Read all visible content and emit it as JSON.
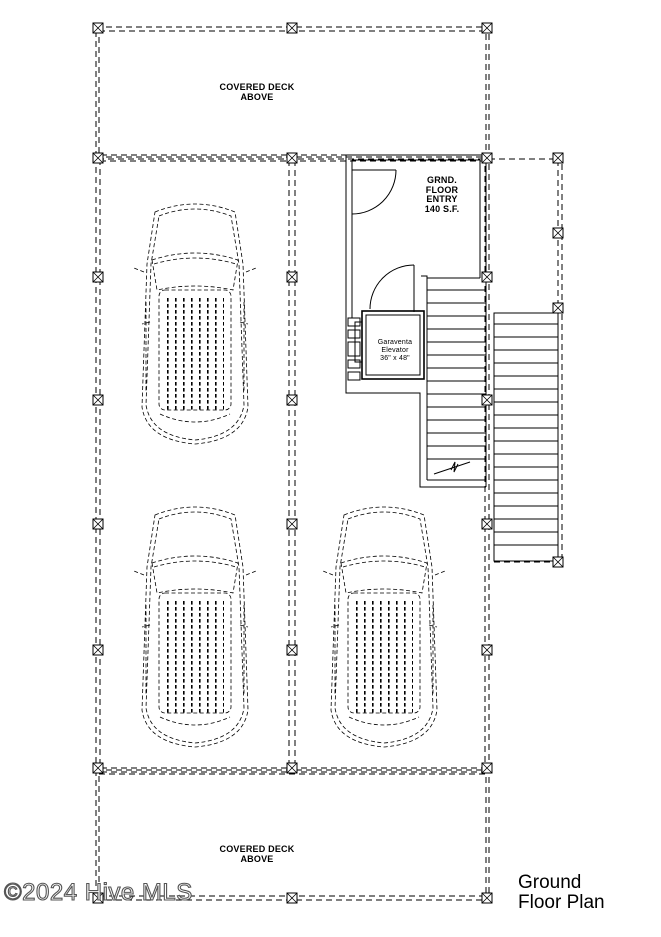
{
  "labels": {
    "deck_top": [
      "COVERED DECK",
      "ABOVE"
    ],
    "deck_bottom": [
      "COVERED DECK",
      "ABOVE"
    ],
    "entry": [
      "GRND.",
      "FLOOR",
      "ENTRY",
      "140 S.F."
    ],
    "elevator": [
      "Garaventa",
      "Elevator",
      "36\" x 48\""
    ]
  },
  "title": [
    "Ground",
    "Floor Plan"
  ],
  "watermark": "©2024 Hive MLS",
  "icons": [
    "column-marker-icon",
    "car-icon",
    "door-swing-icon",
    "stair-icon",
    "elevator-icon"
  ]
}
